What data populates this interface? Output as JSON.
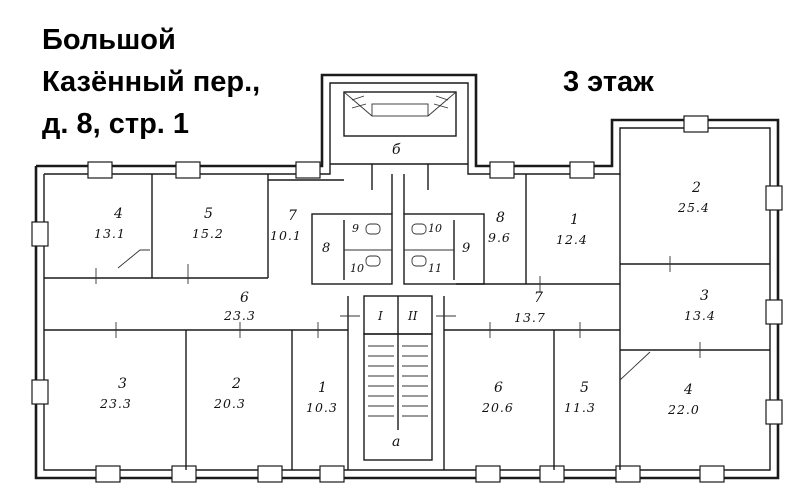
{
  "header": {
    "line1": "Большой",
    "line2": "Казённый пер.,",
    "line3": "д. 8, стр. 1",
    "floor": "3 этаж"
  },
  "rooms": [
    {
      "id": "left-4",
      "num": "4",
      "area": "13.1"
    },
    {
      "id": "left-5",
      "num": "5",
      "area": "15.2"
    },
    {
      "id": "left-7",
      "num": "7",
      "area": "10.1"
    },
    {
      "id": "left-6",
      "num": "6",
      "area": "23.3"
    },
    {
      "id": "left-3",
      "num": "3",
      "area": "23.3"
    },
    {
      "id": "left-2",
      "num": "2",
      "area": "20.3"
    },
    {
      "id": "left-1",
      "num": "1",
      "area": "10.3"
    },
    {
      "id": "right-8",
      "num": "8",
      "area": "9.6"
    },
    {
      "id": "right-1",
      "num": "1",
      "area": "12.4"
    },
    {
      "id": "right-2",
      "num": "2",
      "area": "25.4"
    },
    {
      "id": "right-7",
      "num": "7",
      "area": "13.7"
    },
    {
      "id": "right-3",
      "num": "3",
      "area": "13.4"
    },
    {
      "id": "right-6",
      "num": "6",
      "area": "20.6"
    },
    {
      "id": "right-5",
      "num": "5",
      "area": "11.3"
    },
    {
      "id": "right-4",
      "num": "4",
      "area": "22.0"
    }
  ],
  "small_labels": {
    "stair_b": "б",
    "stair_a": "а",
    "wc_left_8": "8",
    "wc_left_9": "9",
    "wc_left_10": "10",
    "wc_right_9": "9",
    "wc_right_10": "10",
    "wc_right_11": "11",
    "lift_1": "I",
    "lift_2": "II"
  }
}
